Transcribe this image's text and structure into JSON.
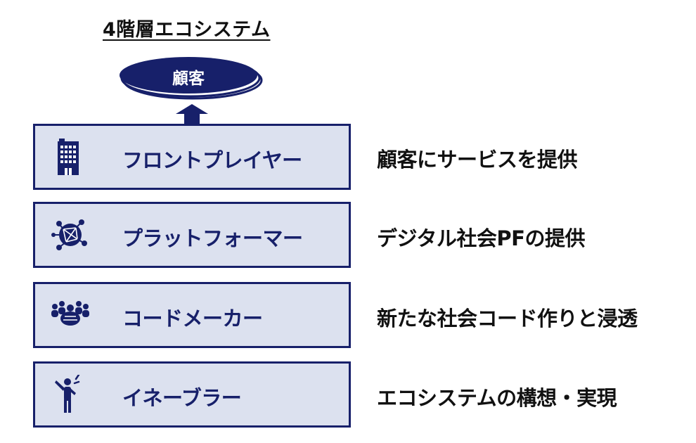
{
  "title": "4階層エコシステム",
  "customer": {
    "label": "顧客"
  },
  "colors": {
    "navy": "#17206a",
    "layer_fill": "#dce1ef",
    "text": "#111111"
  },
  "layers": [
    {
      "label": "フロントプレイヤー",
      "description": "顧客にサービスを提供",
      "icon": "office-building-icon"
    },
    {
      "label": "プラットフォーマー",
      "description": "デジタル社会PFの提供",
      "icon": "network-globe-icon"
    },
    {
      "label": "コードメーカー",
      "description": "新たな社会コード作りと浸透",
      "icon": "people-group-icon"
    },
    {
      "label": "イネーブラー",
      "description": "エコシステムの構想・実現",
      "icon": "person-idea-icon"
    }
  ]
}
